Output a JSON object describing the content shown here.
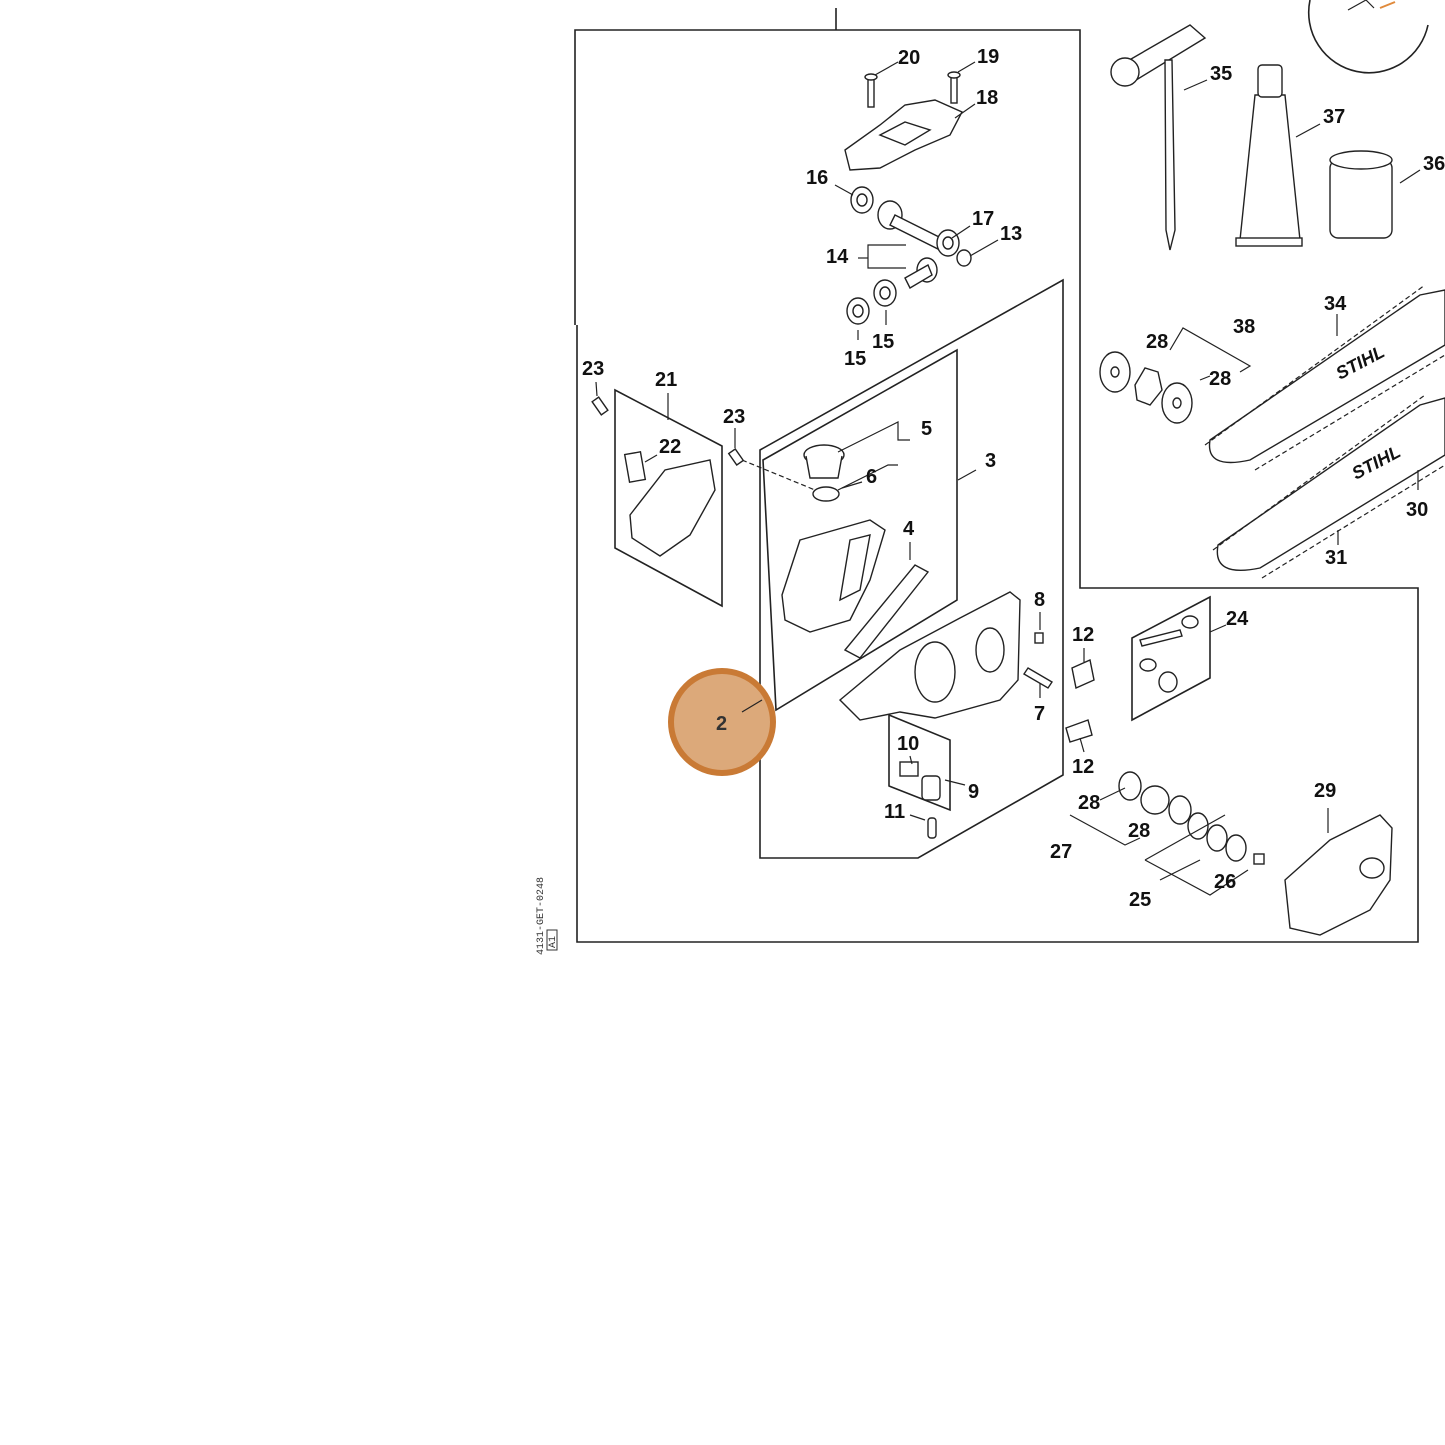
{
  "diagram": {
    "brand_text": "STIHL",
    "side_code": "4131-GET-0248",
    "side_badge": "A1",
    "highlight": {
      "ref": "2",
      "color": "#c97a35"
    },
    "callouts": {
      "c2": "2",
      "c3": "3",
      "c4": "4",
      "c5": "5",
      "c6": "6",
      "c7": "7",
      "c8": "8",
      "c9": "9",
      "c10": "10",
      "c11": "11",
      "c12a": "12",
      "c12b": "12",
      "c13": "13",
      "c14": "14",
      "c15a": "15",
      "c15b": "15",
      "c16": "16",
      "c17": "17",
      "c18": "18",
      "c19": "19",
      "c20": "20",
      "c21": "21",
      "c22": "22",
      "c23a": "23",
      "c23b": "23",
      "c24": "24",
      "c25": "25",
      "c26": "26",
      "c27": "27",
      "c28a": "28",
      "c28b": "28",
      "c28c": "28",
      "c28d": "28",
      "c29": "29",
      "c30": "30",
      "c31": "31",
      "c34": "34",
      "c35": "35",
      "c36": "36",
      "c37": "37",
      "c38": "38"
    }
  }
}
